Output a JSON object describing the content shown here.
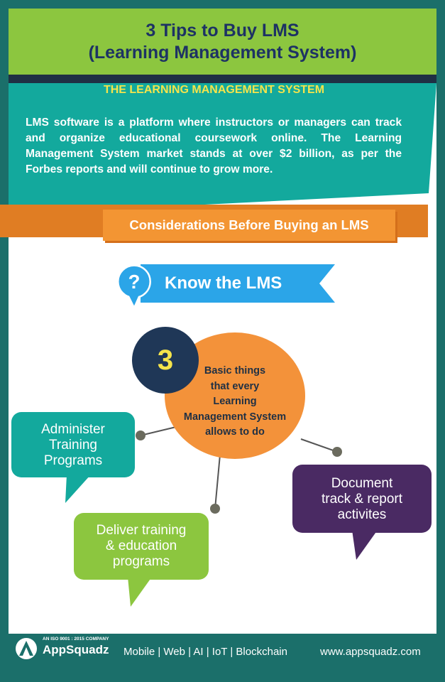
{
  "header": {
    "title_line1": "3 Tips to Buy LMS",
    "title_line2": "(Learning Management System)"
  },
  "intro": {
    "heading": "THE LEARNING MANAGEMENT SYSTEM",
    "body": "LMS software is a platform where instructors or managers can track and organize educational coursework online. The Learning Management System market stands at over $2 billion, as per the Forbes reports and will continue to grow more."
  },
  "banner": {
    "label": "Considerations Before Buying an LMS"
  },
  "section": {
    "icon_glyph": "?",
    "title": "Know the LMS"
  },
  "center": {
    "number": "3",
    "line1": "Basic things",
    "line2": "that every",
    "line3": "Learning",
    "line4": "Management System",
    "line5": "allows to do"
  },
  "bubbles": {
    "administer": {
      "line1": "Administer",
      "line2": "Training",
      "line3": "Programs"
    },
    "deliver": {
      "line1": "Deliver training",
      "line2": "& education",
      "line3": "programs"
    },
    "document": {
      "line1": "Document",
      "line2": "track & report",
      "line3": "activites"
    }
  },
  "footer": {
    "iso": "AN ISO 9001 : 2015 COMPANY",
    "brand": "AppSquadz",
    "services": "Mobile | Web | AI | IoT | Blockchain",
    "url": "www.appsquadz.com"
  },
  "colors": {
    "green": "#8cc63f",
    "navy": "#1f3044",
    "teal": "#13a99d",
    "orange": "#f3923a",
    "blue": "#2ba5e8",
    "purple": "#4a2a63",
    "yellow": "#f5e44b"
  },
  "icons": {
    "question": "question-mark-icon",
    "logo": "appsquadz-logo-icon"
  }
}
